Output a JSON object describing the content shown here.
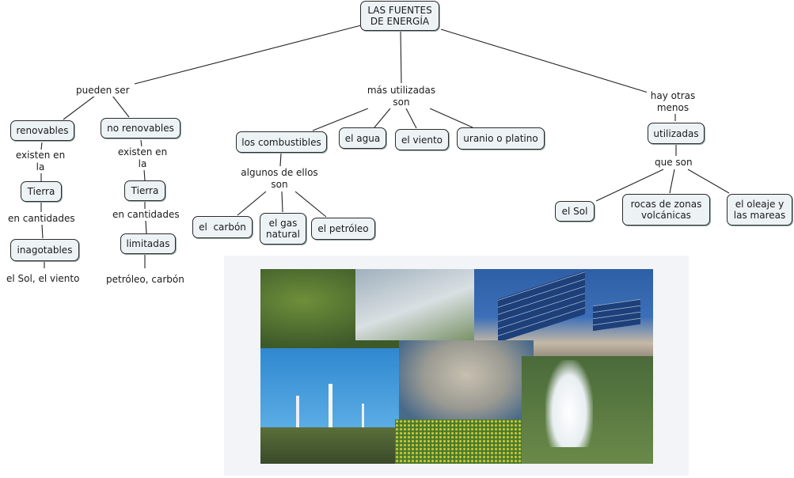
{
  "root": {
    "label": "LAS FUENTES\nDE ENERGÍA"
  },
  "links": {
    "pueden_ser": "pueden ser",
    "mas_utilizadas": "más utilizadas\nson",
    "hay_otras": "hay otras\nmenos",
    "existen_en_la_1": "existen en\nla",
    "existen_en_la_2": "existen en\nla",
    "en_cantidades_1": "en cantidades",
    "en_cantidades_2": "en cantidades",
    "algunos_de_ellos": "algunos de ellos\nson",
    "que_son": "que son"
  },
  "concepts": {
    "renovables": "renovables",
    "no_renovables": "no renovables",
    "tierra_1": "Tierra",
    "tierra_2": "Tierra",
    "inagotables": "inagotables",
    "limitadas": "limitadas",
    "el_sol_el_viento": "el Sol, el viento",
    "petroleo_carbon": "petróleo, carbón",
    "los_combustibles": "los combustibles",
    "el_agua": "el agua",
    "el_viento": "el viento",
    "uranio_o_platino": "uranio o platino",
    "el_carbon": "el  carbón",
    "el_gas_natural": "el gas\nnatural",
    "el_petroleo": "el petróleo",
    "utilizadas": "utilizadas",
    "el_sol": "el Sol",
    "rocas_volcanicas": "rocas de zonas\nvolcánicas",
    "oleaje_mareas": "el oleaje y\nlas mareas"
  },
  "image": {
    "description": "collage of renewable energy: dam, solar panels, wind turbines, tree, flower field, geyser"
  }
}
